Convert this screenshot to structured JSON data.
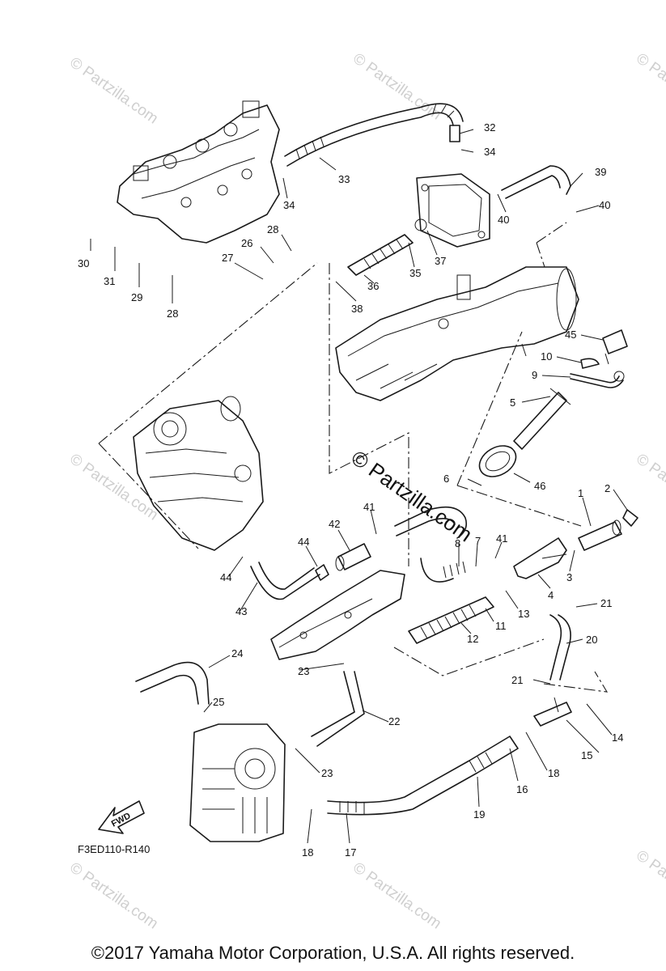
{
  "diagram": {
    "code": "F3ED110-R140",
    "copyright": "©2017  Yamaha Motor Corporation, U.S.A. All rights reserved.",
    "fwd_label": "FWD",
    "watermark_main": "© Partzilla.com",
    "watermark_small": "© Partzilla.com"
  },
  "callouts": [
    "30",
    "31",
    "29",
    "28",
    "27",
    "26",
    "28",
    "33",
    "34",
    "32",
    "34",
    "39",
    "40",
    "40",
    "37",
    "35",
    "36",
    "38",
    "45",
    "10",
    "9",
    "5",
    "46",
    "6",
    "1",
    "2",
    "3",
    "41",
    "7",
    "8",
    "4",
    "13",
    "11",
    "12",
    "21",
    "20",
    "21",
    "14",
    "15",
    "18",
    "16",
    "19",
    "17",
    "18",
    "24",
    "25",
    "23",
    "22",
    "23",
    "42",
    "41",
    "44",
    "44",
    "43"
  ]
}
